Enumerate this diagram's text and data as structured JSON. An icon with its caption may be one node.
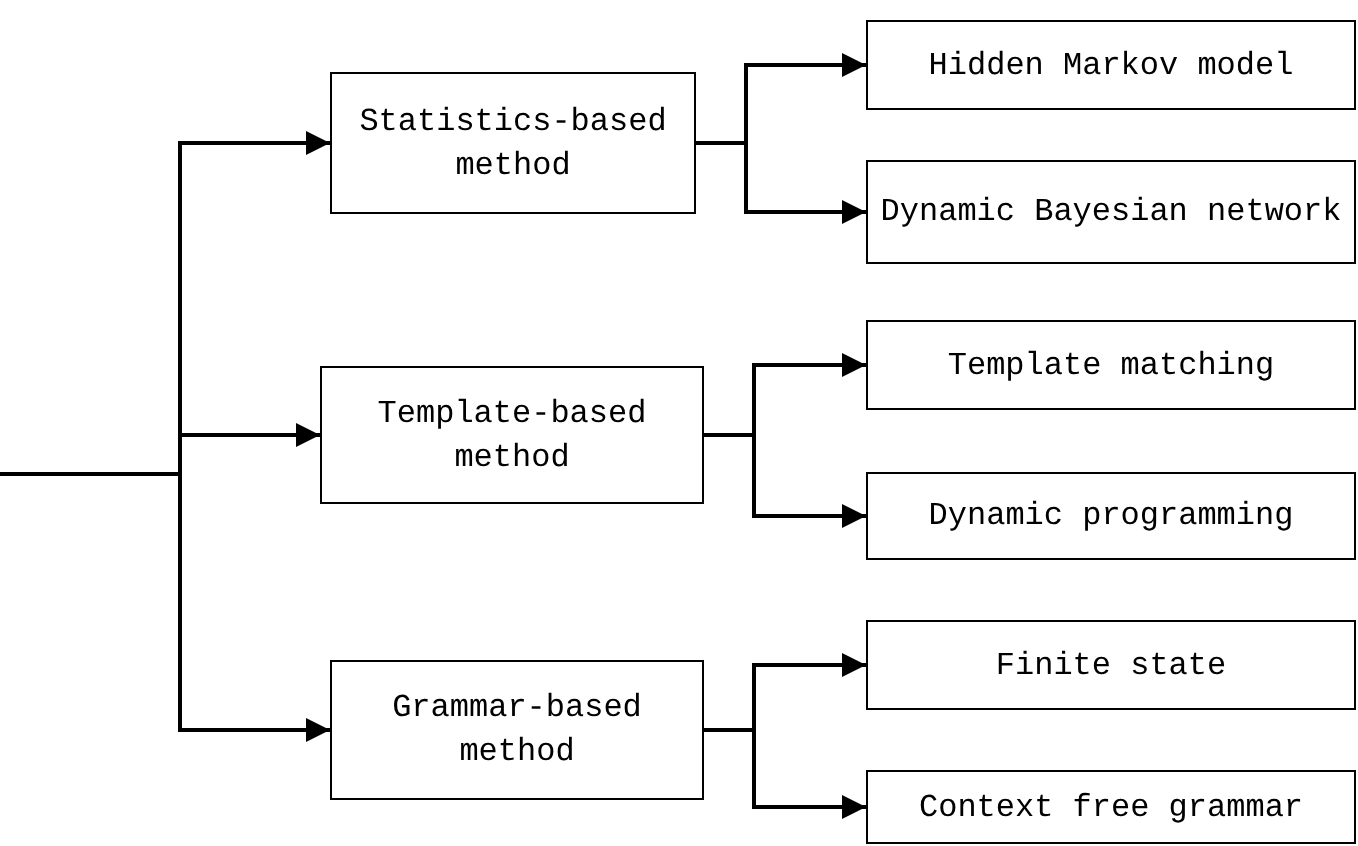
{
  "diagram": {
    "nodes": [
      {
        "text": [
          "Statistics-based method"
        ]
      },
      {
        "text": [
          "Template-based method"
        ]
      },
      {
        "text": [
          "Grammar-based method"
        ]
      },
      {
        "text": [
          "Hidden Markov model"
        ]
      },
      {
        "text": [
          "Dynamic Bayesian network"
        ]
      },
      {
        "text": [
          "Template matching"
        ]
      },
      {
        "text": [
          "Dynamic programming"
        ]
      },
      {
        "text": [
          "Finite state"
        ]
      },
      {
        "text": [
          "Context free grammar"
        ]
      }
    ],
    "edges": [
      {
        "from": null,
        "to": 0,
        "arrow": "to"
      },
      {
        "from": null,
        "to": 1,
        "arrow": "to"
      },
      {
        "from": null,
        "to": 2,
        "arrow": "to"
      },
      {
        "from": 0,
        "to": 3,
        "arrow": "to"
      },
      {
        "from": 0,
        "to": 4,
        "arrow": "to"
      },
      {
        "from": 1,
        "to": 5,
        "arrow": "to"
      },
      {
        "from": 1,
        "to": 6,
        "arrow": "to"
      },
      {
        "from": 2,
        "to": 7,
        "arrow": "to"
      },
      {
        "from": 2,
        "to": 8,
        "arrow": "to"
      }
    ]
  }
}
